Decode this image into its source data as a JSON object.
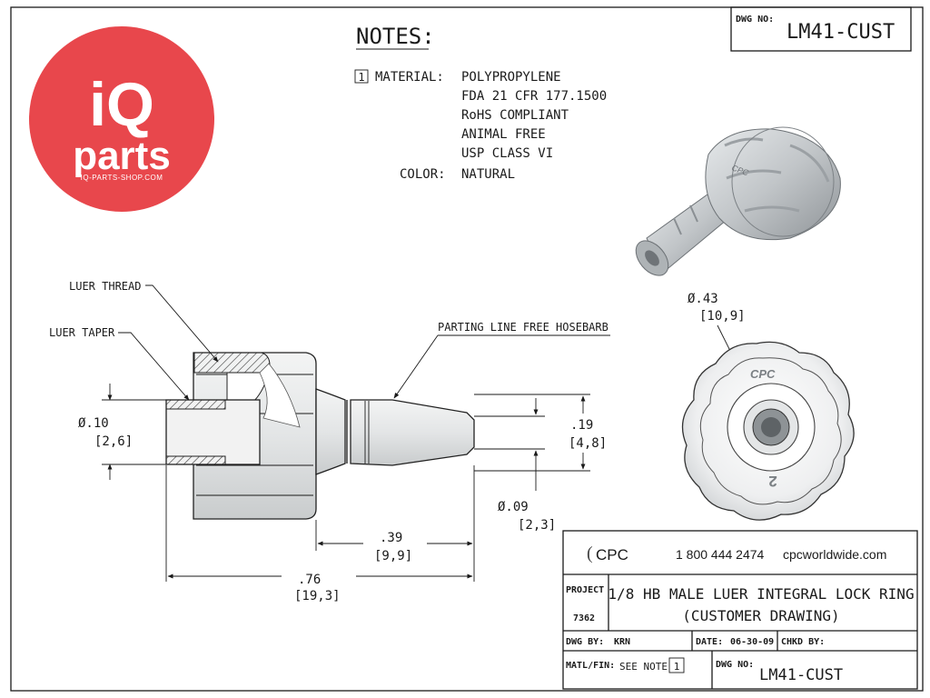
{
  "logo": {
    "line1": "iQ",
    "line2": "parts",
    "tagline": "IQ-PARTS-SHOP.COM",
    "color": "#e8474c"
  },
  "drawing_number_top": {
    "label": "DWG NO:",
    "value": "LM41-CUST"
  },
  "notes": {
    "heading": "NOTES:",
    "item_marker": "1",
    "material_label": "MATERIAL:",
    "material_lines": [
      "POLYPROPYLENE",
      "FDA 21 CFR 177.1500",
      "RoHS COMPLIANT",
      "ANIMAL FREE",
      "USP CLASS VI"
    ],
    "color_label": "COLOR:",
    "color_value": "NATURAL"
  },
  "callouts": {
    "luer_thread": "LUER THREAD",
    "luer_taper": "LUER TAPER",
    "parting_line": "PARTING LINE FREE HOSEBARB"
  },
  "dimensions": {
    "bore": {
      "inch": "Ø.10",
      "mm": "[2,6]"
    },
    "barb_od": {
      "inch": ".19",
      "mm": "[4,8]"
    },
    "barb_id": {
      "inch": "Ø.09",
      "mm": "[2,3]"
    },
    "barb_length": {
      "inch": ".39",
      "mm": "[9,9]"
    },
    "overall_length": {
      "inch": ".76",
      "mm": "[19,3]"
    },
    "ring_dia": {
      "inch": "Ø.43",
      "mm": "[10,9]"
    }
  },
  "end_view": {
    "brand_mark": "CPC",
    "number_mark": "2"
  },
  "title_block": {
    "company": "CPC",
    "phone": "1 800 444 2474",
    "website": "cpcworldwide.com",
    "project_label": "PROJECT",
    "project_number": "7362",
    "title_line1": "1/8 HB MALE LUER INTEGRAL LOCK RING",
    "title_line2": "(CUSTOMER DRAWING)",
    "drawn_by_label": "DWG BY:",
    "drawn_by_value": "KRN",
    "date_label": "DATE:",
    "date_value": "06-30-09",
    "checked_label": "CHKD BY:",
    "checked_value": "",
    "matl_label": "MATL/FIN:",
    "matl_value": "SEE NOTE",
    "matl_note_ref": "1",
    "dwg_no_label": "DWG NO:",
    "dwg_no_value": "LM41-CUST"
  }
}
